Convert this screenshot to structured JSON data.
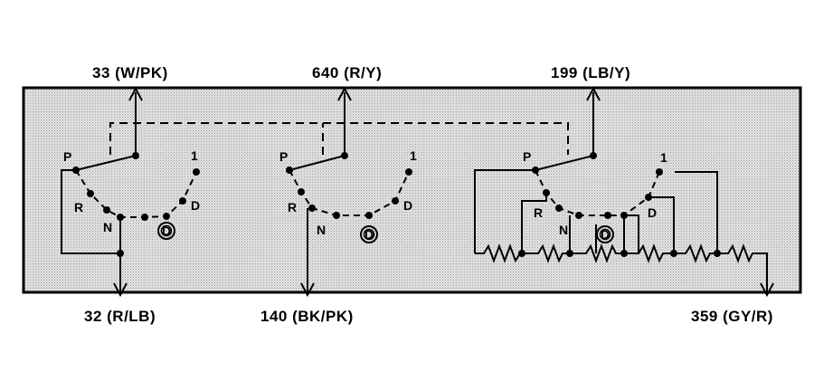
{
  "wires": {
    "top_1": "33 (W/PK)",
    "top_2": "640 (R/Y)",
    "top_3": "199 (LB/Y)",
    "bottom_1": "32 (R/LB)",
    "bottom_2": "140 (BK/PK)",
    "bottom_3": "359 (GY/R)"
  },
  "positions": {
    "p": "P",
    "r": "R",
    "n": "N",
    "overdrive": "D",
    "d": "D",
    "one": "1"
  },
  "colors": {
    "line": "#000000",
    "housing_fill": "#d6d6d6"
  }
}
